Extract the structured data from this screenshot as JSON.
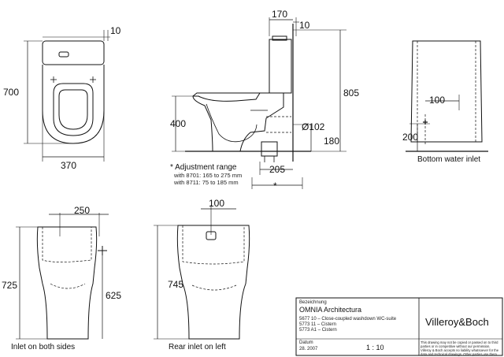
{
  "plan_view": {
    "dim_width": "370",
    "dim_depth": "700",
    "dim_wall_gap": "10"
  },
  "side_view": {
    "dim_top_offset": "170",
    "dim_wall_gap": "10",
    "dim_total_height": "805",
    "dim_seat_height": "400",
    "dim_outlet_diameter": "Ø102",
    "dim_outlet_height": "180",
    "dim_outlet_distance": "205",
    "asterisk": "*",
    "note_title": "* Adjustment range",
    "note_line_1": "with 8701:  165 to 275 mm",
    "note_line_2": "with 8711:   75 to 185 mm"
  },
  "cistern_bottom_view": {
    "dim_inlet_offset": "100",
    "dim_inlet_height": "200",
    "caption": "Bottom water inlet"
  },
  "cistern_side_inlet_view": {
    "dim_width": "250",
    "dim_height": "725",
    "dim_inlet_height": "625",
    "caption": "Inlet on both sides"
  },
  "cistern_rear_inlet_view": {
    "dim_offset": "100",
    "dim_height": "745",
    "caption": "Rear inlet on left"
  },
  "title_block": {
    "small_label": "Bezeichnung",
    "series": "OMNIA Architectura",
    "line_1": "5677 10 – Close-coupled washdown WC-suite",
    "line_2": "5773 11 – Cistern",
    "line_3": "5773 A1 – Cistern",
    "brand": "Villeroy&Boch",
    "date_label": "Datum",
    "date": "28. 2007",
    "scale": "1 : 10",
    "disclaimer_1": "This drawing may not be copied or passed on to third",
    "disclaimer_2": "parties or in competitive without our permission.",
    "disclaimer_3": "Villeroy & Boch accepts no liability whatsoever for the",
    "disclaimer_4": "data and technical drawings. Other parties use them"
  }
}
